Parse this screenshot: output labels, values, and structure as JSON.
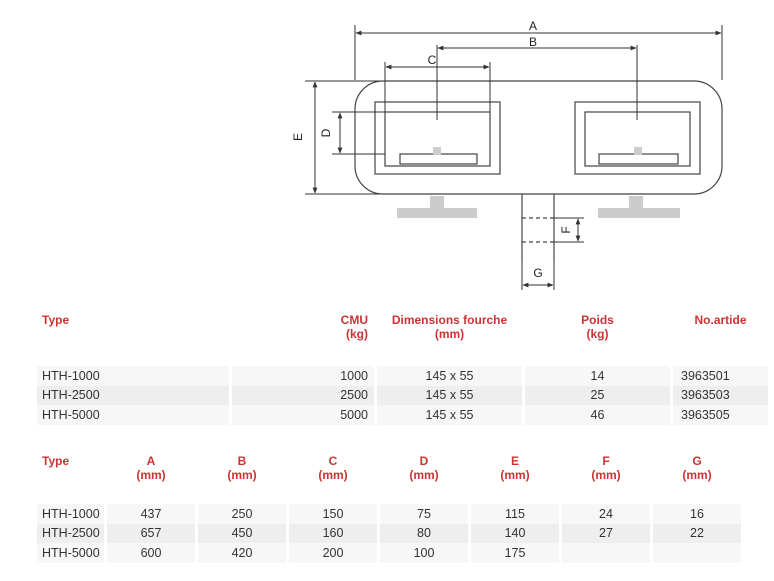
{
  "diagram": {
    "labels": {
      "A": "A",
      "B": "B",
      "C": "C",
      "D": "D",
      "E": "E",
      "F": "F",
      "G": "G"
    },
    "colors": {
      "line": "#444444",
      "shadow": "#cccccc",
      "box": "#555555"
    }
  },
  "table1": {
    "headers": [
      {
        "label": "Type",
        "unit": ""
      },
      {
        "label": "CMU",
        "unit": "(kg)"
      },
      {
        "label": "Dimensions fourche",
        "unit": "(mm)"
      },
      {
        "label": "Poids",
        "unit": "(kg)"
      },
      {
        "label": "No.artide",
        "unit": ""
      }
    ],
    "rows": [
      [
        "HTH-1000",
        "1000",
        "145 x 55",
        "14",
        "3963501"
      ],
      [
        "HTH-2500",
        "2500",
        "145 x 55",
        "25",
        "3963503"
      ],
      [
        "HTH-5000",
        "5000",
        "145 x 55",
        "46",
        "3963505"
      ]
    ]
  },
  "table2": {
    "headers": [
      {
        "label": "Type",
        "unit": ""
      },
      {
        "label": "A",
        "unit": "(mm)"
      },
      {
        "label": "B",
        "unit": "(mm)"
      },
      {
        "label": "C",
        "unit": "(mm)"
      },
      {
        "label": "D",
        "unit": "(mm)"
      },
      {
        "label": "E",
        "unit": "(mm)"
      },
      {
        "label": "F",
        "unit": "(mm)"
      },
      {
        "label": "G",
        "unit": "(mm)"
      }
    ],
    "rows": [
      [
        "HTH-1000",
        "437",
        "250",
        "150",
        "75",
        "115",
        "24",
        "16"
      ],
      [
        "HTH-2500",
        "657",
        "450",
        "160",
        "80",
        "140",
        "27",
        "22"
      ],
      [
        "HTH-5000",
        "600",
        "420",
        "200",
        "100",
        "175",
        "",
        ""
      ]
    ]
  }
}
